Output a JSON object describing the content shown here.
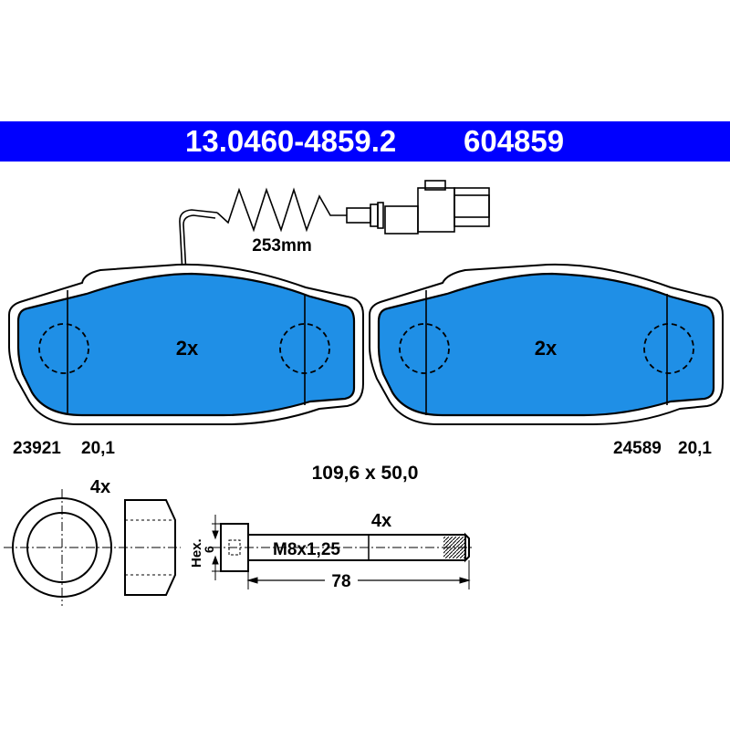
{
  "header": {
    "part_number": "13.0460-4859.2",
    "short_number": "604859",
    "background_color": "#0000ff",
    "text_color": "#ffffff"
  },
  "pads": {
    "fill_color": "#1f8fe6",
    "left": {
      "quantity": "2x",
      "ref": "23921",
      "thickness": "20,1"
    },
    "right": {
      "quantity": "2x",
      "ref": "24589",
      "thickness": "20,1"
    },
    "dimensions": "109,6 x 50,0"
  },
  "wear_sensor": {
    "length_label": "253mm"
  },
  "bushing": {
    "quantity": "4x"
  },
  "bolt": {
    "quantity": "4x",
    "head_label": "Hex.",
    "head_size": "6",
    "thread": "M8x1,25",
    "length": "78"
  }
}
